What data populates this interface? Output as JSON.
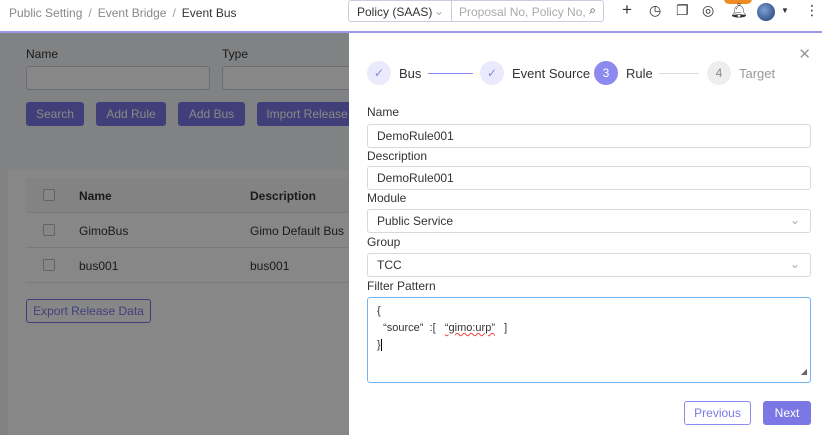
{
  "header": {
    "breadcrumb": [
      "Public Setting",
      "Event Bridge",
      "Event Bus"
    ],
    "policy_select": "Policy (SAAS)",
    "search_placeholder": "Proposal No, Policy No,"
  },
  "filters": {
    "name_label": "Name",
    "type_label": "Type"
  },
  "actions": {
    "search": "Search",
    "add_rule": "Add Rule",
    "add_bus": "Add Bus",
    "import": "Import Release"
  },
  "table": {
    "headers": [
      "Name",
      "Description"
    ],
    "rows": [
      [
        "GimoBus",
        "Gimo Default Bus"
      ],
      [
        "bus001",
        "bus001"
      ]
    ]
  },
  "export_label": "Export Release Data",
  "drawer": {
    "steps": [
      {
        "num": "✓",
        "label": "Bus",
        "state": "done"
      },
      {
        "num": "✓",
        "label": "Event Source",
        "state": "done"
      },
      {
        "num": "3",
        "label": "Rule",
        "state": "active"
      },
      {
        "num": "4",
        "label": "Target",
        "state": "wait"
      }
    ],
    "fields": {
      "name_label": "Name",
      "name_value": "DemoRule001",
      "description_label": "Description",
      "description_value": "DemoRule001",
      "module_label": "Module",
      "module_value": "Public Service",
      "group_label": "Group",
      "group_value": "TCC",
      "filter_label": "Filter Pattern",
      "filter_line1": "{",
      "filter_line2a": "  “source”  :[   ",
      "filter_line2b": "“gimo:urp”",
      "filter_line2c": "   ]",
      "filter_line3": "}"
    },
    "previous": "Previous",
    "next": "Next"
  },
  "colors": {
    "accent": "#7b78e6",
    "focus": "#73b3f0",
    "badge": "#f08a24"
  }
}
